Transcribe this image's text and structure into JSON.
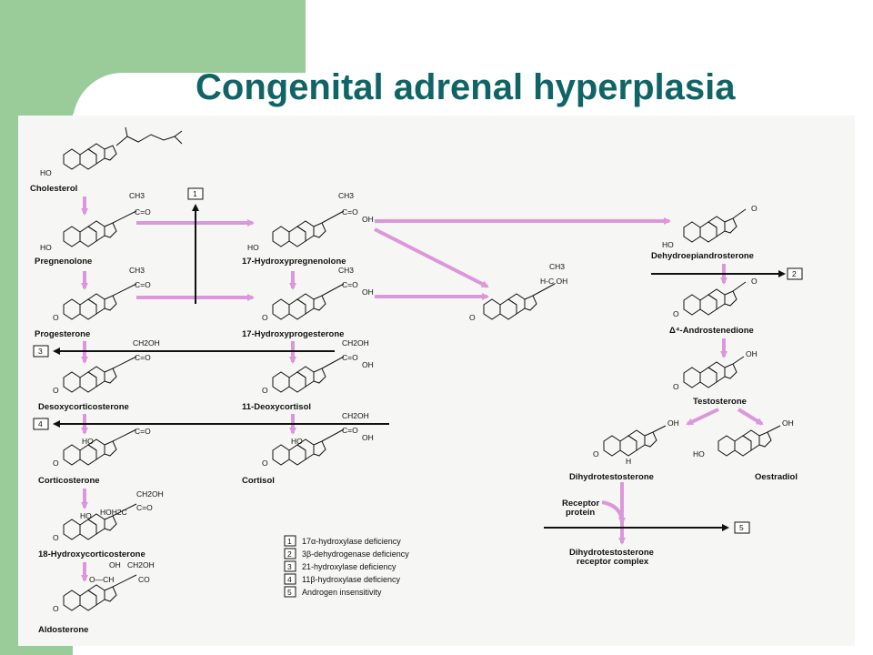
{
  "title": "Congenital adrenal hyperplasia",
  "compounds": {
    "cholesterol": "Cholesterol",
    "pregnenolone": "Pregnenolone",
    "progesterone": "Progesterone",
    "hydroxypregnenolone": "17-Hydroxypregnenolone",
    "hydroxyprogesterone": "17-Hydroxyprogesterone",
    "desoxycorticosterone": "Desoxycorticosterone",
    "deoxycortisol": "11-Deoxycortisol",
    "corticosterone": "Corticosterone",
    "cortisol": "Cortisol",
    "hydroxycorticosterone": "18-Hydroxycorticosterone",
    "aldosterone": "Aldosterone",
    "dhea": "Dehydroepiandrosterone",
    "androstenedione": "Δ⁴-Androstenedione",
    "testosterone": "Testosterone",
    "dht": "Dihydrotestosterone",
    "oestradiol": "Oestradiol",
    "receptor_protein_1": "Receptor",
    "receptor_protein_2": "protein",
    "complex_1": "Dihydrotestosterone",
    "complex_2": "receptor complex"
  },
  "block_numbers": {
    "b1": "1",
    "b2": "2",
    "b3": "3",
    "b4": "4",
    "b5": "5"
  },
  "legend": [
    {
      "num": "1",
      "text": "17α-hydroxylase deficiency"
    },
    {
      "num": "2",
      "text": "3β-dehydrogenase deficiency"
    },
    {
      "num": "3",
      "text": "21-hydroxylase deficiency"
    },
    {
      "num": "4",
      "text": "11β-hydroxylase deficiency"
    },
    {
      "num": "5",
      "text": "Androgen insensitivity"
    }
  ],
  "atoms": {
    "ch3": "CH3",
    "co": "C=O",
    "oh": "OH",
    "ho": "HO",
    "o": "O",
    "ch2oh": "CH2OH",
    "hoh2c": "HOH2C",
    "hcoh": "H-C.OH",
    "h": "H",
    "och": "O—CH",
    "co2": "CO"
  },
  "colors": {
    "arrow": "#dc97dc",
    "accent": "#99cc99",
    "title": "#116466"
  }
}
